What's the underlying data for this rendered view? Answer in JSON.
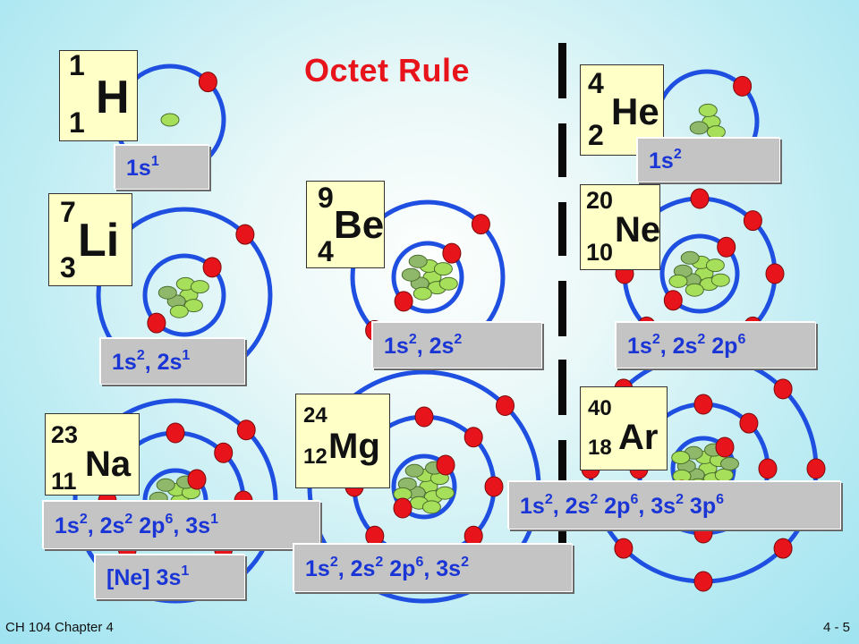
{
  "title": "Octet Rule",
  "footer": {
    "left": "CH 104 Chapter 4",
    "right": "4 - 5"
  },
  "colors": {
    "title": "#e8141c",
    "config_text": "#1a35d6",
    "orbit": "#1f4fe0",
    "electron": "#e8141c",
    "nucleus": "#a6e05a",
    "card": "#ffffc8",
    "config_box": "#c4c4c4"
  },
  "elements": [
    {
      "id": "H",
      "symbol": "H",
      "mass": "1",
      "atomic_number": "1",
      "shells": [
        1
      ],
      "config": [
        {
          "t": "1s",
          "s": "1"
        }
      ]
    },
    {
      "id": "He",
      "symbol": "He",
      "mass": "4",
      "atomic_number": "2",
      "shells": [
        2
      ],
      "config": [
        {
          "t": "1s",
          "s": "2"
        }
      ]
    },
    {
      "id": "Li",
      "symbol": "Li",
      "mass": "7",
      "atomic_number": "3",
      "shells": [
        2,
        1
      ],
      "config": [
        {
          "t": "1s",
          "s": "2"
        },
        {
          "t": ", 2s",
          "s": "1"
        }
      ]
    },
    {
      "id": "Be",
      "symbol": "Be",
      "mass": "9",
      "atomic_number": "4",
      "shells": [
        2,
        2
      ],
      "config": [
        {
          "t": "1s",
          "s": "2"
        },
        {
          "t": ", 2s",
          "s": "2"
        }
      ]
    },
    {
      "id": "Ne",
      "symbol": "Ne",
      "mass": "20",
      "atomic_number": "10",
      "shells": [
        2,
        8
      ],
      "config": [
        {
          "t": "1s",
          "s": "2"
        },
        {
          "t": ", 2s",
          "s": "2"
        },
        {
          "t": " 2p",
          "s": "6"
        }
      ]
    },
    {
      "id": "Na",
      "symbol": "Na",
      "mass": "23",
      "atomic_number": "11",
      "shells": [
        2,
        8,
        1
      ],
      "config": [
        {
          "t": "1s",
          "s": "2"
        },
        {
          "t": ", 2s",
          "s": "2"
        },
        {
          "t": " 2p",
          "s": "6"
        },
        {
          "t": ", 3s",
          "s": "1"
        }
      ],
      "config_short": [
        {
          "t": "[Ne] 3s",
          "s": "1"
        }
      ]
    },
    {
      "id": "Mg",
      "symbol": "Mg",
      "mass": "24",
      "atomic_number": "12",
      "shells": [
        2,
        8,
        2
      ],
      "config": [
        {
          "t": "1s",
          "s": "2"
        },
        {
          "t": ", 2s",
          "s": "2"
        },
        {
          "t": " 2p",
          "s": "6"
        },
        {
          "t": ", 3s",
          "s": "2"
        }
      ]
    },
    {
      "id": "Ar",
      "symbol": "Ar",
      "mass": "40",
      "atomic_number": "18",
      "shells": [
        2,
        8,
        8
      ],
      "config": [
        {
          "t": "1s",
          "s": "2"
        },
        {
          "t": ", 2s",
          "s": "2"
        },
        {
          "t": " 2p",
          "s": "6"
        },
        {
          "t": ", 3s",
          "s": "2"
        },
        {
          "t": " 3p",
          "s": "6"
        }
      ]
    }
  ]
}
